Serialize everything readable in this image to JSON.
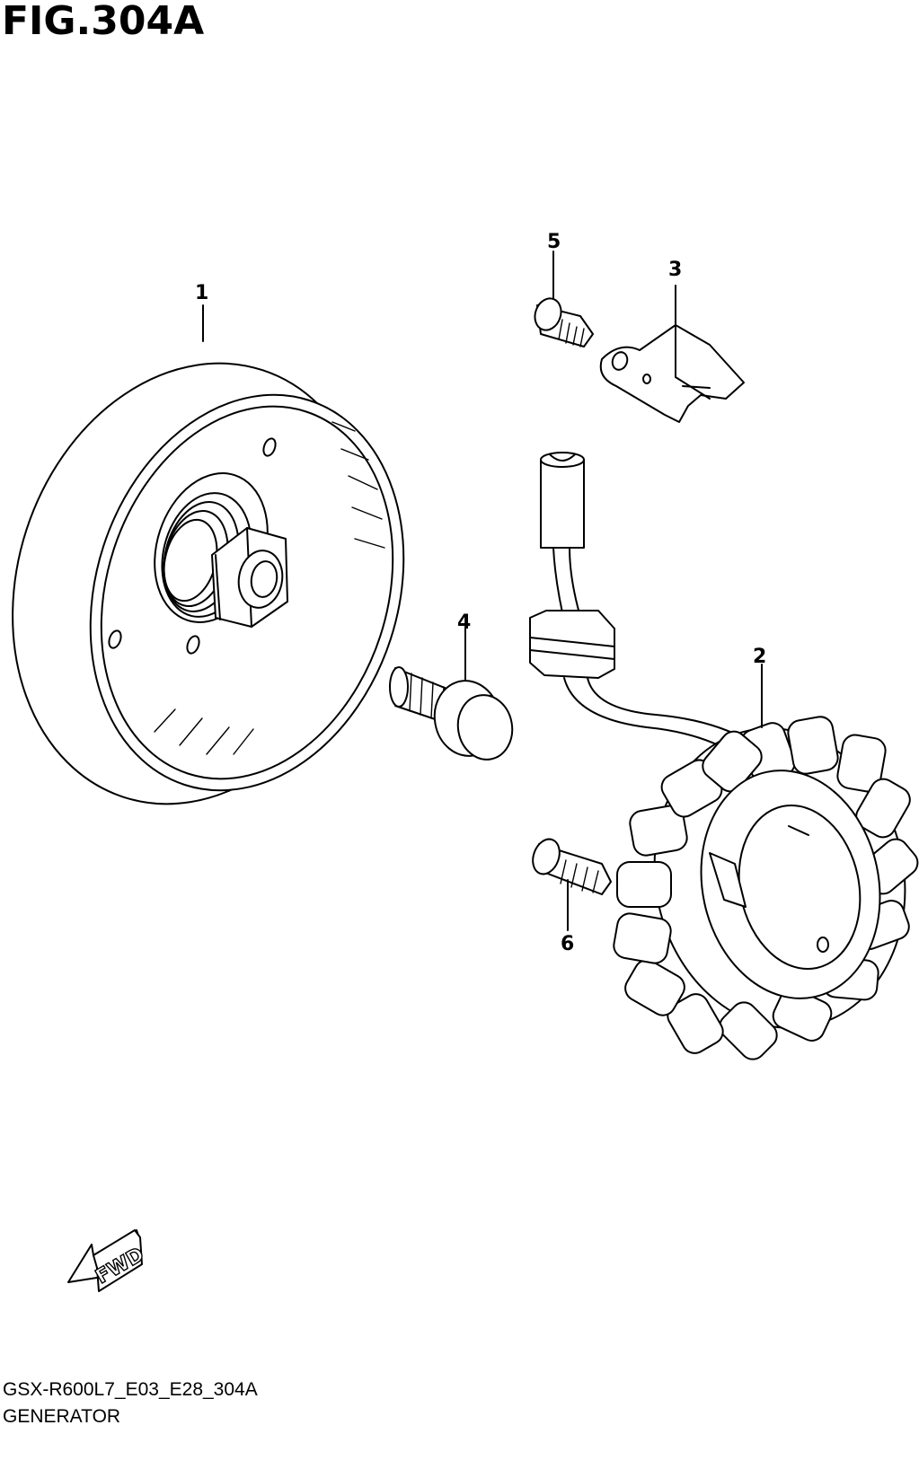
{
  "figure": {
    "title": "FIG.304A"
  },
  "footer": {
    "code": "GSX-R600L7_E03_E28_304A",
    "name": "GENERATOR"
  },
  "callouts": [
    "1",
    "2",
    "3",
    "4",
    "5",
    "6"
  ],
  "fwd": {
    "label": "FWD"
  }
}
